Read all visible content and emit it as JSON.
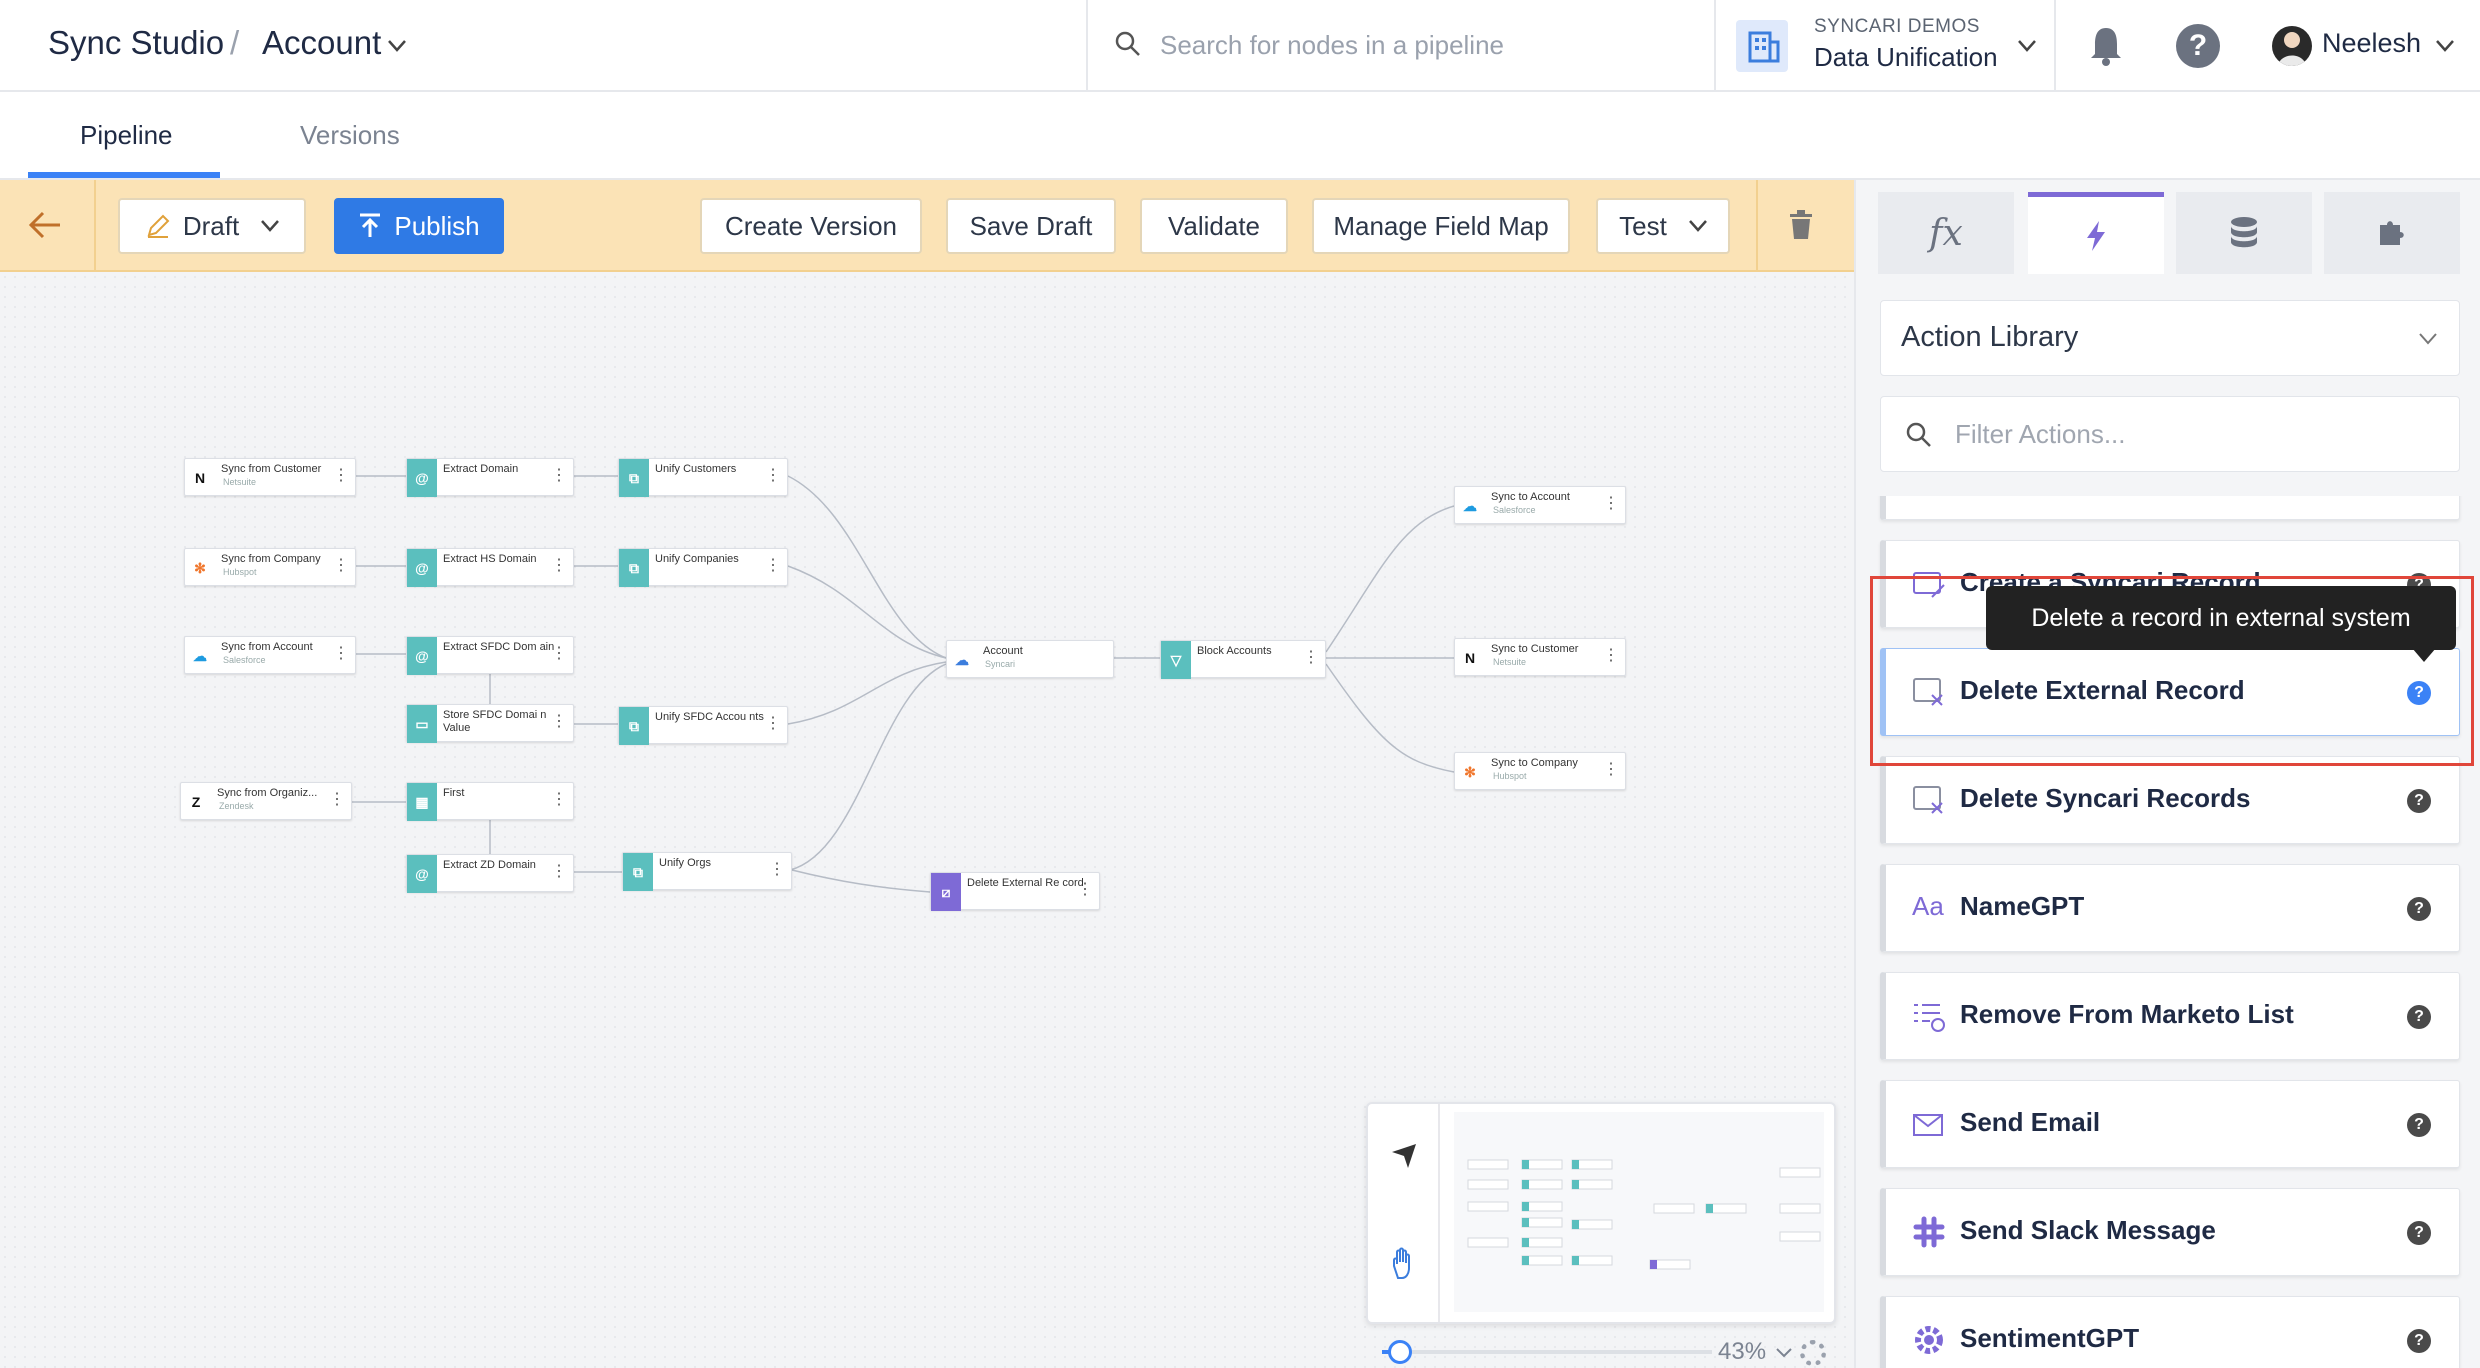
{
  "header": {
    "app_name": "Sync Studio",
    "separator": "/",
    "entity": "Account",
    "search_placeholder": "Search for nodes in a pipeline",
    "org_label": "SYNCARI DEMOS",
    "org_name": "Data Unification",
    "user_name": "Neelesh"
  },
  "tabs": [
    {
      "label": "Pipeline",
      "active": true
    },
    {
      "label": "Versions",
      "active": false
    }
  ],
  "toolbar": {
    "draft_label": "Draft",
    "publish_label": "Publish",
    "create_version_label": "Create Version",
    "save_draft_label": "Save Draft",
    "validate_label": "Validate",
    "manage_field_map_label": "Manage Field Map",
    "test_label": "Test"
  },
  "colors": {
    "toolbar_bg": "#fbe3b6",
    "publish_bg": "#2f7ae5",
    "teal": "#5bbfbe",
    "purple": "#7e6ad6",
    "highlight": "#e0463a"
  },
  "canvas": {
    "nodes": [
      {
        "id": "n1",
        "label": "Sync from Customer",
        "sub": "Netsuite",
        "icon": "netsuite-icon"
      },
      {
        "id": "n2",
        "label": "Sync from Company",
        "sub": "Hubspot",
        "icon": "hubspot-icon"
      },
      {
        "id": "n3",
        "label": "Sync from  Account",
        "sub": "Salesforce",
        "icon": "salesforce-icon"
      },
      {
        "id": "n4",
        "label": "Sync from  Organiz...",
        "sub": "Zendesk",
        "icon": "zendesk-icon"
      },
      {
        "id": "n5",
        "label": "Extract Domain",
        "sub": "",
        "icon": "at-icon"
      },
      {
        "id": "n6",
        "label": "Extract HS Domain",
        "sub": "",
        "icon": "at-icon"
      },
      {
        "id": "n7",
        "label": "Extract SFDC Dom ain",
        "sub": "",
        "icon": "at-icon"
      },
      {
        "id": "n8",
        "label": "Store SFDC Domai n Value",
        "sub": "",
        "icon": "store-icon"
      },
      {
        "id": "n9",
        "label": "First",
        "sub": "",
        "icon": "calendar-icon"
      },
      {
        "id": "n10",
        "label": "Extract ZD Domain",
        "sub": "",
        "icon": "at-icon"
      },
      {
        "id": "n11",
        "label": "Unify Customers",
        "sub": "",
        "icon": "unify-icon"
      },
      {
        "id": "n12",
        "label": "Unify Companies",
        "sub": "",
        "icon": "unify-icon"
      },
      {
        "id": "n13",
        "label": "Unify SFDC Accou nts",
        "sub": "",
        "icon": "unify-icon"
      },
      {
        "id": "n14",
        "label": "Unify Orgs",
        "sub": "",
        "icon": "unify-icon"
      },
      {
        "id": "n15",
        "label": "Account",
        "sub": "Syncari",
        "icon": "syncari-cloud-icon"
      },
      {
        "id": "n16",
        "label": "Block Accounts",
        "sub": "",
        "icon": "filter-icon"
      },
      {
        "id": "n17",
        "label": "Delete External Re cord",
        "sub": "",
        "icon": "delete-record-icon"
      },
      {
        "id": "n18",
        "label": "Sync to Account",
        "sub": "Salesforce",
        "icon": "salesforce-icon"
      },
      {
        "id": "n19",
        "label": "Sync to Customer",
        "sub": "Netsuite",
        "icon": "netsuite-icon"
      },
      {
        "id": "n20",
        "label": "Sync to Company",
        "sub": "Hubspot",
        "icon": "hubspot-icon"
      }
    ],
    "zoom": "43%"
  },
  "sidebar": {
    "library_title": "Action Library",
    "filter_placeholder": "Filter Actions...",
    "tooltip": "Delete a record in external system",
    "actions": [
      {
        "label": "Create a Syncari Record",
        "icon": "create-record-icon"
      },
      {
        "label": "Delete External Record",
        "icon": "delete-external-icon",
        "active": true
      },
      {
        "label": "Delete Syncari Records",
        "icon": "delete-syncari-icon"
      },
      {
        "label": "NameGPT",
        "icon": "namegpt-icon"
      },
      {
        "label": "Remove From Marketo List",
        "icon": "list-remove-icon"
      },
      {
        "label": "Send Email",
        "icon": "email-icon"
      },
      {
        "label": "Send Slack Message",
        "icon": "slack-icon"
      },
      {
        "label": "SentimentGPT",
        "icon": "sentiment-icon"
      }
    ]
  }
}
